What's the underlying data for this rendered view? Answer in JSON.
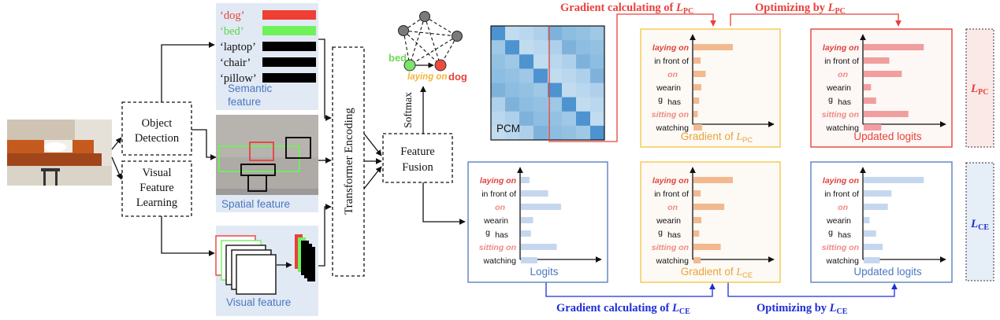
{
  "input_image": {
    "description_icon": "bedroom-photo-icon"
  },
  "modules": {
    "object_detection": [
      "Object",
      "Detection"
    ],
    "visual_feature_learning": [
      "Visual",
      "Feature",
      "Learning"
    ],
    "transformer_encoding": "Transformer Encoding",
    "feature_fusion": [
      "Feature",
      "Fusion"
    ],
    "softmax": "Softmax"
  },
  "semantic": {
    "words": [
      {
        "text": "‘dog’",
        "color": "#e8413a",
        "bar": "#ef3e33"
      },
      {
        "text": "‘bed’",
        "color": "#5ad64a",
        "bar": "#6ef25a"
      },
      {
        "text": "‘laptop’",
        "color": "#111111",
        "bar": "#000000"
      },
      {
        "text": "‘chair’",
        "color": "#111111",
        "bar": "#000000"
      },
      {
        "text": "‘pillow’",
        "color": "#111111",
        "bar": "#000000"
      }
    ],
    "label": [
      "Semantic",
      "feature"
    ]
  },
  "spatial": {
    "label": "Spatial feature"
  },
  "visual": {
    "label": "Visual feature"
  },
  "graph": {
    "nodes": {
      "bed": "bed",
      "dog": "dog"
    },
    "edge_label": "laying on"
  },
  "pcm": {
    "label": "PCM"
  },
  "predicates": [
    "laying on",
    "in front of",
    "on",
    "wearin",
    "g",
    "has",
    "sitting on",
    "watching"
  ],
  "panels": {
    "logits": {
      "title": "Logits",
      "values": [
        0.12,
        0.38,
        0.56,
        0.17,
        0.14,
        0.5,
        0.23
      ]
    },
    "grad_pc": {
      "title": "Gradient of ",
      "sub": "L",
      "subsc": "PC",
      "values": [
        0.55,
        0.1,
        0.17,
        0.11,
        0.08,
        0.06,
        0.12
      ]
    },
    "updated_pc": {
      "title": "Updated logits",
      "values": [
        0.82,
        0.35,
        0.52,
        0.1,
        0.17,
        0.61,
        0.24
      ]
    },
    "grad_ce": {
      "title": "Gradient of ",
      "sub": "L",
      "subsc": "CE",
      "values": [
        0.55,
        0.1,
        0.43,
        0.11,
        0.08,
        0.38,
        0.1
      ]
    },
    "updated_ce": {
      "title": "Updated logits",
      "values": [
        0.82,
        0.38,
        0.33,
        0.08,
        0.17,
        0.26,
        0.22
      ]
    }
  },
  "arrows_text": {
    "grad_pc": {
      "text": "Gradient calculating of ",
      "sym": "L",
      "sub": "PC"
    },
    "opt_pc": {
      "text": "Optimizing by ",
      "sym": "L",
      "sub": "PC"
    },
    "grad_ce": {
      "text": "Gradient calculating of ",
      "sym": "L",
      "sub": "CE"
    },
    "opt_ce": {
      "text": "Optimizing by ",
      "sym": "L",
      "sub": "CE"
    }
  },
  "loss_labels": {
    "pc": {
      "sym": "L",
      "sub": "PC"
    },
    "ce": {
      "sym": "L",
      "sub": "CE"
    }
  },
  "colors": {
    "red": "#e8413a",
    "blue": "#1d2ed6",
    "yellow": "#f4c84a",
    "panel_blue": "#5b80c2",
    "panel_red": "#e8413a",
    "bar_blue": "#c5d7ee",
    "bar_orange": "#f2b98f",
    "bar_red": "#f19e9e",
    "pred_red": "#e0413a",
    "pred_pink": "#f08a84"
  }
}
